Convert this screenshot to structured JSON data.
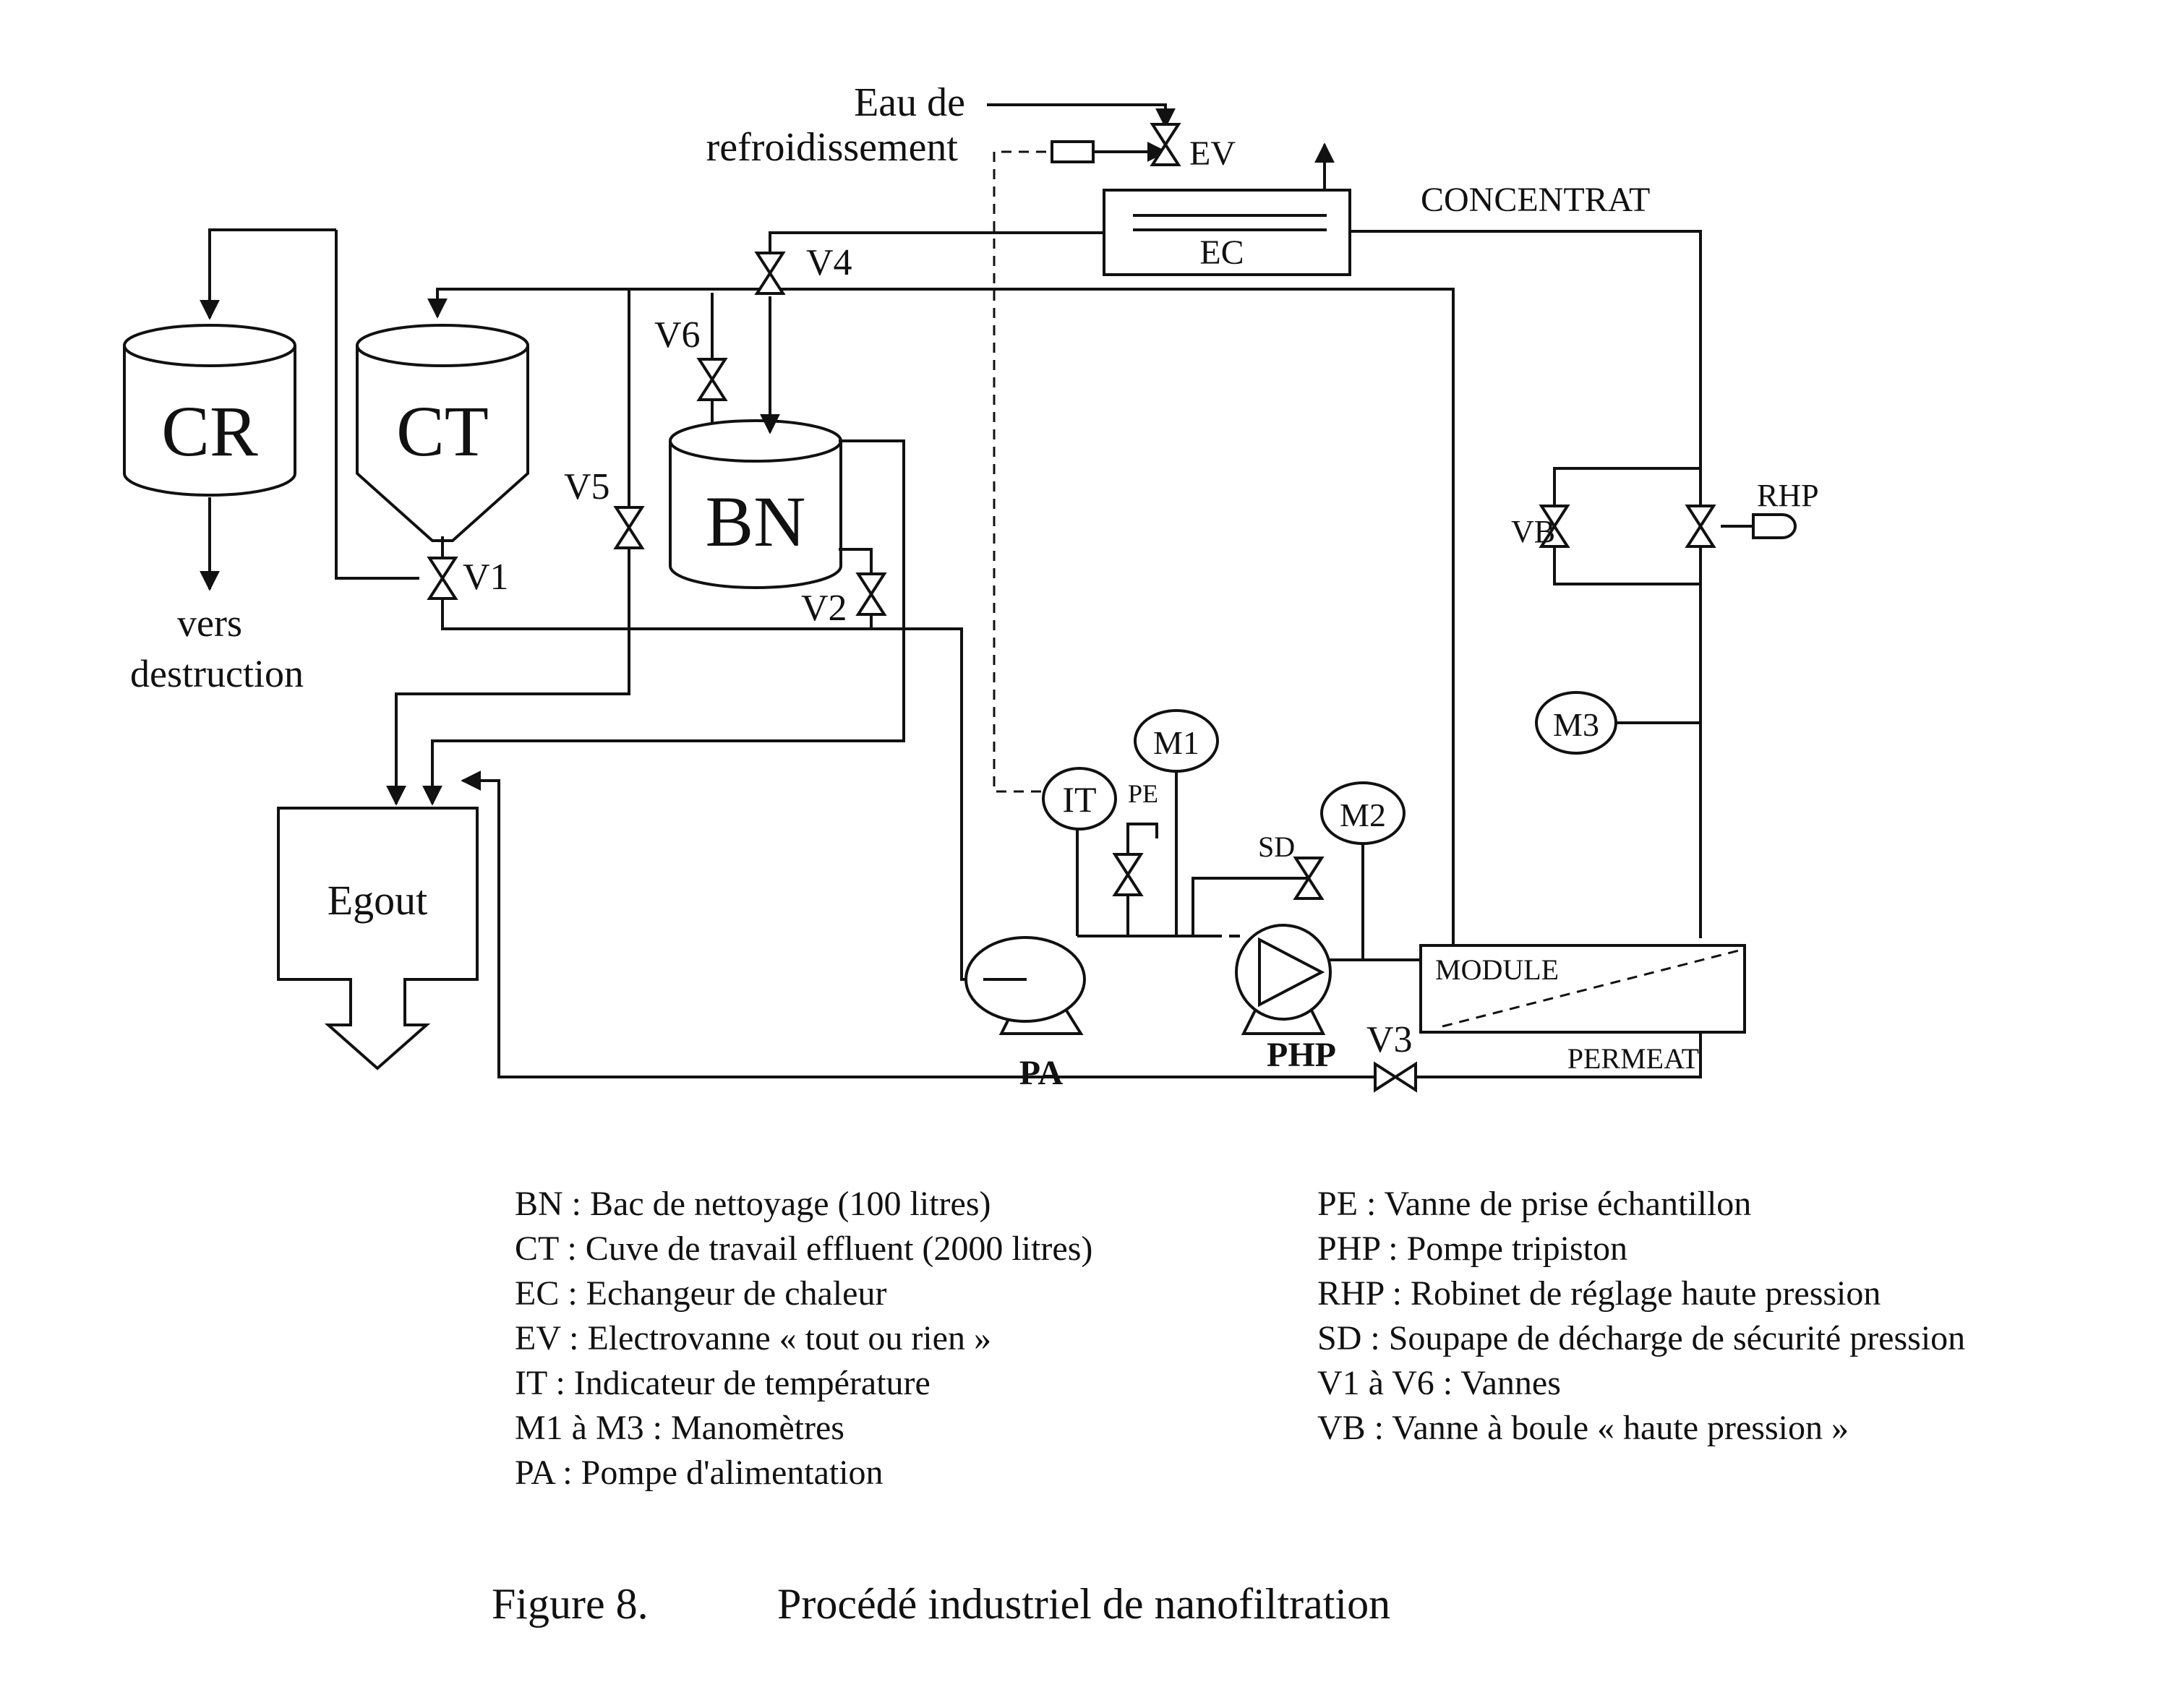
{
  "diagram": {
    "tanks": {
      "cr": "CR",
      "ct": "CT",
      "bn": "BN",
      "egout": "Egout"
    },
    "equipment": {
      "ec": "EC",
      "module": "MODULE",
      "permeat": "PERMEAT",
      "concentrat": "CONCENTRAT",
      "pa": "PA",
      "php": "PHP"
    },
    "instruments": {
      "it": "IT",
      "m1": "M1",
      "m2": "M2",
      "m3": "M3",
      "pe": "PE",
      "sd": "SD",
      "rhp": "RHP",
      "ev": "EV"
    },
    "valves": {
      "v1": "V1",
      "v2": "V2",
      "v3": "V3",
      "v4": "V4",
      "v5": "V5",
      "v6": "V6",
      "vb": "VB"
    },
    "annotations": {
      "cooling_water_1": "Eau de",
      "cooling_water_2": "refroidissement",
      "destruction_1": "vers",
      "destruction_2": "destruction"
    }
  },
  "legend": {
    "left": [
      "BN : Bac de nettoyage (100 litres)",
      "CT : Cuve de travail effluent (2000 litres)",
      "EC : Echangeur de chaleur",
      "EV : Electrovanne « tout ou rien »",
      "IT : Indicateur de température",
      "M1 à M3 : Manomètres",
      "PA : Pompe d'alimentation"
    ],
    "right": [
      "PE : Vanne de prise échantillon",
      "PHP : Pompe tripiston",
      "RHP : Robinet de réglage haute pression",
      "SD : Soupape de décharge de sécurité pression",
      "V1 à V6 : Vannes",
      "VB : Vanne à boule « haute pression »"
    ]
  },
  "caption": {
    "number": "Figure 8.",
    "title": "Procédé industriel de nanofiltration"
  }
}
